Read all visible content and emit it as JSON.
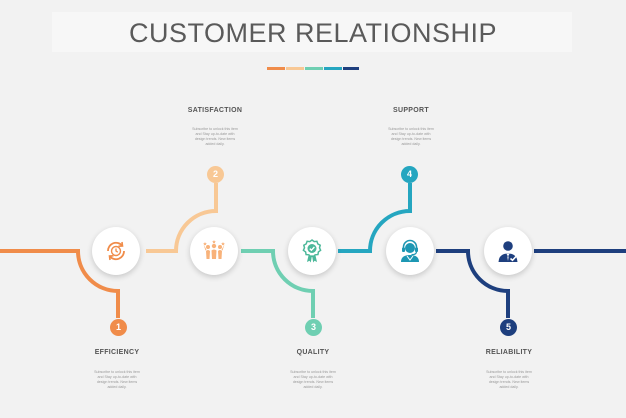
{
  "title": "CUSTOMER RELATIONSHIP",
  "colors": {
    "orange": "#f08c4a",
    "peach": "#f8c895",
    "mint": "#6fcfb2",
    "teal": "#25a6c0",
    "navy": "#1e3f7e"
  },
  "steps": [
    {
      "number": "1",
      "heading": "EFFICIENCY",
      "icon": "efficiency-cycle-icon",
      "description": "Subscribe to unlock this item and Stay up-to-date with design trends. New items added daily."
    },
    {
      "number": "2",
      "heading": "SATISFACTION",
      "icon": "team-celebration-icon",
      "description": "Subscribe to unlock this item and Stay up-to-date with design trends. New items added daily."
    },
    {
      "number": "3",
      "heading": "QUALITY",
      "icon": "quality-badge-icon",
      "description": "Subscribe to unlock this item and Stay up-to-date with design trends. New items added daily."
    },
    {
      "number": "4",
      "heading": "SUPPORT",
      "icon": "headset-operator-icon",
      "description": "Subscribe to unlock this item and Stay up-to-date with design trends. New items added daily."
    },
    {
      "number": "5",
      "heading": "RELIABILITY",
      "icon": "businessman-check-icon",
      "description": "Subscribe to unlock this item and Stay up-to-date with design trends. New items added daily."
    }
  ]
}
